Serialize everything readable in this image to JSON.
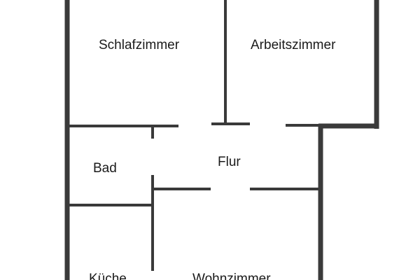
{
  "floor_plan": {
    "rooms": {
      "schlafzimmer": "Schlafzimmer",
      "arbeitszimmer": "Arbeitszimmer",
      "bad": "Bad",
      "flur": "Flur",
      "kueche": "Küche",
      "wohnzimmer": "Wohnzimmer"
    },
    "colors": {
      "wall": "#3a3a3a",
      "background": "#ffffff"
    }
  }
}
